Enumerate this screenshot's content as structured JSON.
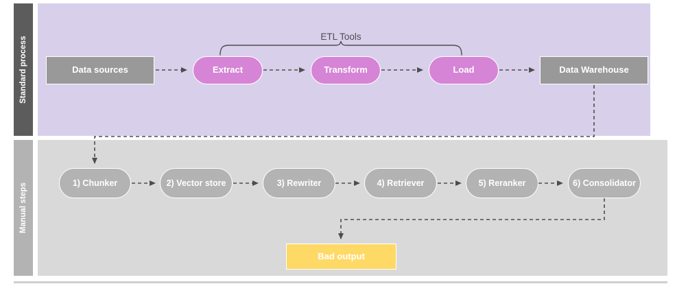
{
  "diagram": {
    "title_text": "ETL Tools",
    "colors": {
      "lane_standard_header_bg": "#5c5c5c",
      "lane_standard_bg": "#d8cfea",
      "lane_manual_header_bg": "#b3b3b3",
      "lane_manual_bg": "#d9d9d9",
      "node_gray": "#999999",
      "node_gray_light": "#b3b3b3",
      "node_pink": "#d684d6",
      "node_yellow": "#ffd966",
      "arrow": "#4d4d4d",
      "text_light": "#ffffff",
      "text_dark": "#4d4d4d",
      "divider": "#cccccc"
    },
    "lanes": [
      {
        "id": "standard",
        "label": "Standard process"
      },
      {
        "id": "manual",
        "label": "Manual steps"
      }
    ],
    "annotations": [
      {
        "id": "etl-tools",
        "label": "ETL Tools"
      }
    ],
    "nodes": [
      {
        "id": "data-sources",
        "label": "Data sources",
        "shape": "rect",
        "lane": "standard"
      },
      {
        "id": "extract",
        "label": "Extract",
        "shape": "pill",
        "lane": "standard"
      },
      {
        "id": "transform",
        "label": "Transform",
        "shape": "pill",
        "lane": "standard"
      },
      {
        "id": "load",
        "label": "Load",
        "shape": "pill",
        "lane": "standard"
      },
      {
        "id": "data-warehouse",
        "label": "Data Warehouse",
        "shape": "rect",
        "lane": "standard"
      },
      {
        "id": "chunker",
        "label": "1) Chunker",
        "shape": "pill",
        "lane": "manual"
      },
      {
        "id": "vector-store",
        "label": "2) Vector store",
        "shape": "pill",
        "lane": "manual"
      },
      {
        "id": "rewriter",
        "label": "3) Rewriter",
        "shape": "pill",
        "lane": "manual"
      },
      {
        "id": "retriever",
        "label": "4) Retriever",
        "shape": "pill",
        "lane": "manual"
      },
      {
        "id": "reranker",
        "label": "5) Reranker",
        "shape": "pill",
        "lane": "manual"
      },
      {
        "id": "consolidator",
        "label": "6) Consolidator",
        "shape": "pill",
        "lane": "manual"
      },
      {
        "id": "bad-output",
        "label": "Bad output",
        "shape": "rect",
        "lane": "manual"
      }
    ],
    "edges": [
      {
        "from": "data-sources",
        "to": "extract",
        "style": "dashed"
      },
      {
        "from": "extract",
        "to": "transform",
        "style": "dashed"
      },
      {
        "from": "transform",
        "to": "load",
        "style": "dashed"
      },
      {
        "from": "load",
        "to": "data-warehouse",
        "style": "dashed"
      },
      {
        "from": "data-warehouse",
        "to": "chunker",
        "style": "dashed"
      },
      {
        "from": "chunker",
        "to": "vector-store",
        "style": "dashed"
      },
      {
        "from": "vector-store",
        "to": "rewriter",
        "style": "dashed"
      },
      {
        "from": "rewriter",
        "to": "retriever",
        "style": "dashed"
      },
      {
        "from": "retriever",
        "to": "reranker",
        "style": "dashed"
      },
      {
        "from": "reranker",
        "to": "consolidator",
        "style": "dashed"
      },
      {
        "from": "consolidator",
        "to": "bad-output",
        "style": "dashed"
      }
    ]
  }
}
